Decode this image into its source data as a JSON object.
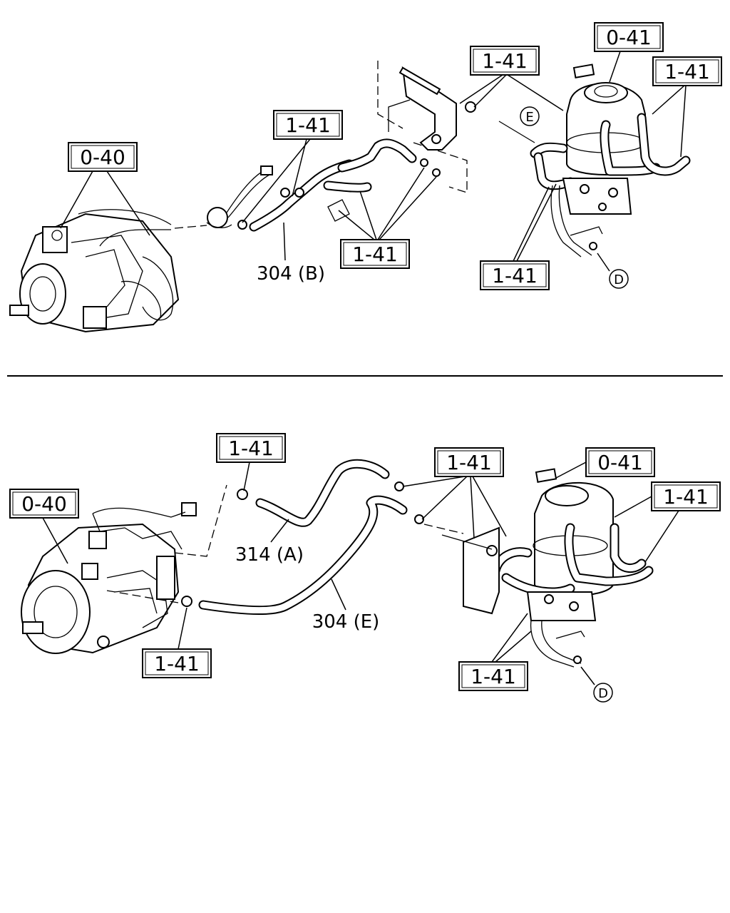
{
  "top_view": {
    "pump_ref": "0-40",
    "filter_ref": "0-41",
    "clip_ref_a": "1-41",
    "clip_ref_b": "1-41",
    "clip_ref_c": "1-41",
    "clip_ref_d": "1-41",
    "clip_ref_e": "1-41",
    "hose_label": "304 (B)",
    "marker_e": "E",
    "marker_d": "D"
  },
  "bottom_view": {
    "pump_ref": "0-40",
    "filter_ref": "0-41",
    "clip_ref_a": "1-41",
    "clip_ref_b": "1-41",
    "clip_ref_c": "1-41",
    "clip_ref_d": "1-41",
    "clip_ref_e": "1-41",
    "hose_label_a": "314 (A)",
    "hose_label_b": "304 (E)",
    "marker_d": "D"
  }
}
